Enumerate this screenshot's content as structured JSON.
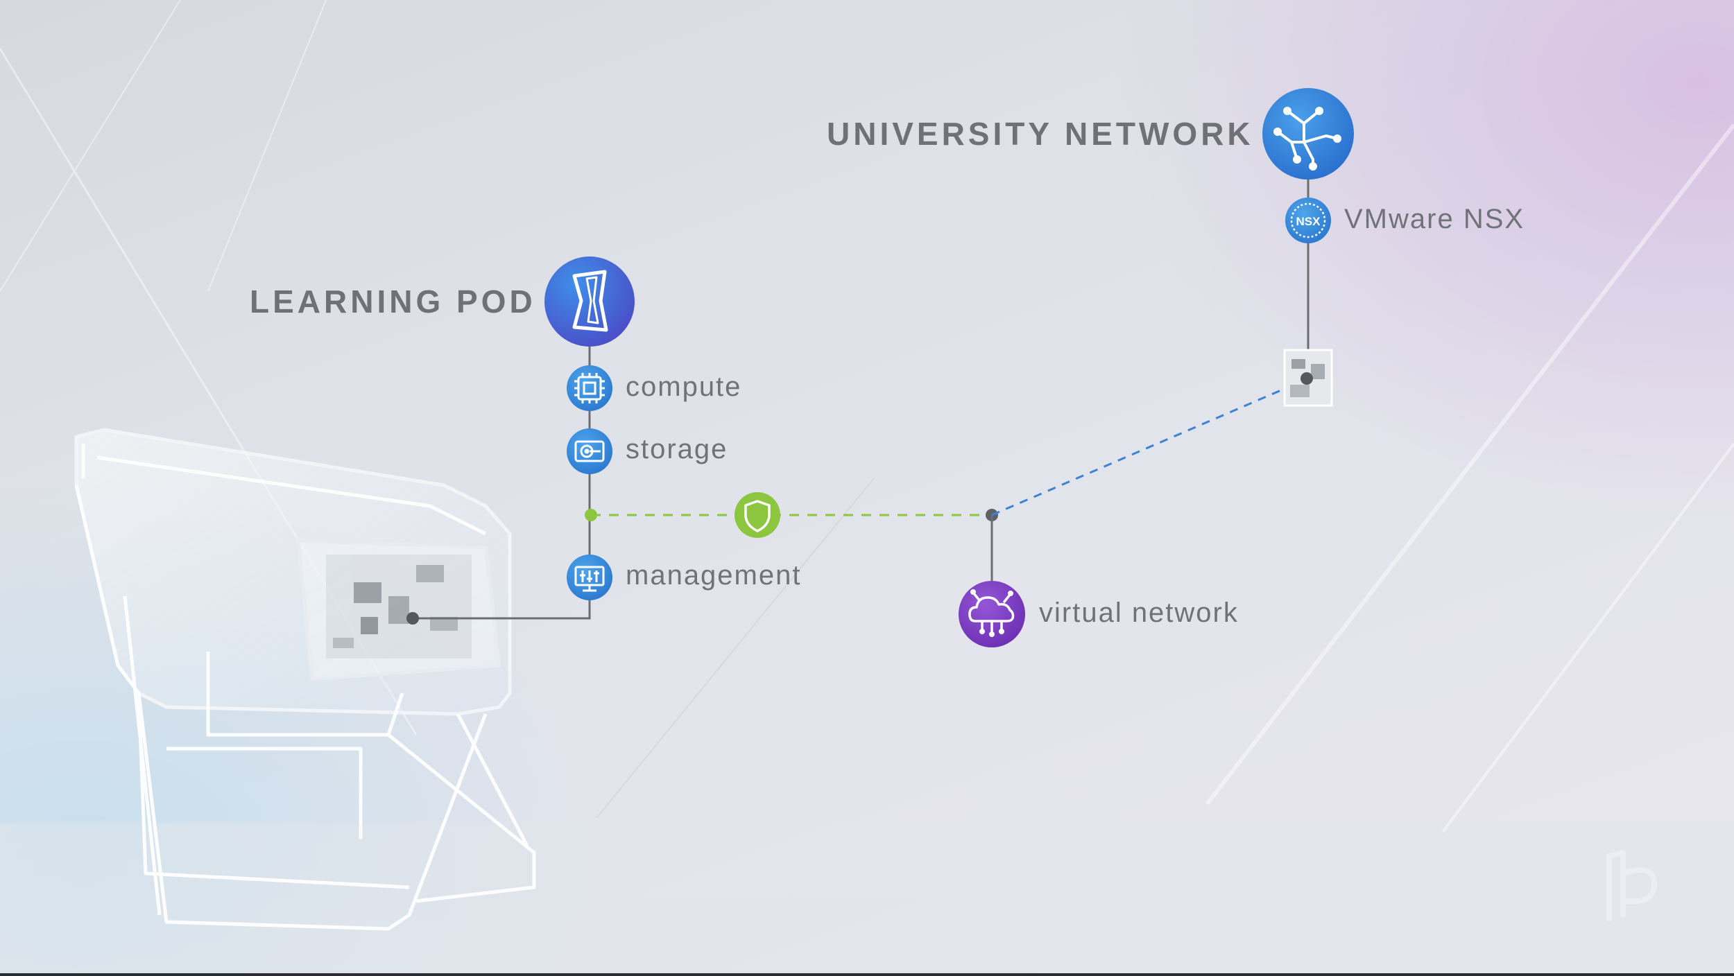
{
  "labels": {
    "university_network": "UNIVERSITY NETWORK",
    "vmware_nsx": "VMware NSX",
    "learning_pod": "LEARNING POD",
    "compute": "compute",
    "storage": "storage",
    "management": "management",
    "virtual_network": "virtual network"
  },
  "icon_badges": {
    "nsx": "NSX"
  },
  "icons": {
    "university_network": "network-topology-icon",
    "vmware_nsx": "nsx-icon",
    "learning_pod": "learning-pod-icon",
    "compute": "cpu-chip-icon",
    "storage": "hard-drive-icon",
    "management": "control-panel-icon",
    "firewall": "shield-icon",
    "virtual_network": "cloud-network-icon",
    "brand": "watermark-logo-icon"
  },
  "colors": {
    "blue_node": "#2f86d8",
    "blue_node_dark": "#3f5fd0",
    "purple_node": "#7a3cc0",
    "green_shield": "#8cc63f",
    "green_link": "#8cc63f",
    "blue_link": "#3d82d6",
    "wire": "#6a6d72",
    "text": "#6f7278"
  }
}
